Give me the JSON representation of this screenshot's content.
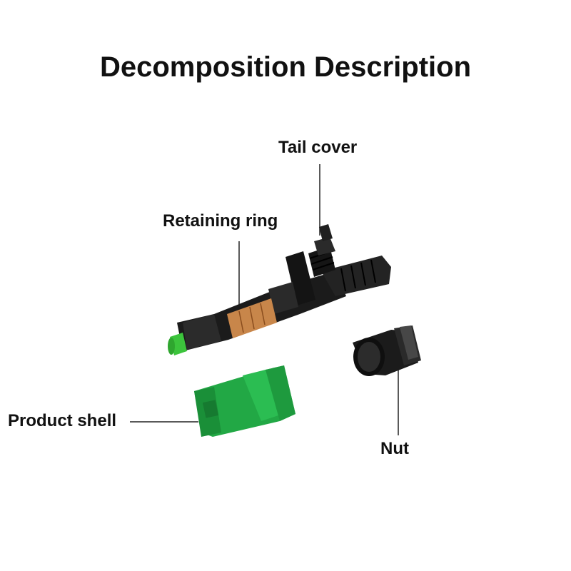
{
  "title": "Decomposition Description",
  "labels": {
    "tail_cover": "Tail cover",
    "retaining_ring": "Retaining ring",
    "product_shell": "Product shell",
    "nut": "Nut"
  },
  "colors": {
    "connector_body": "#1a1a1a",
    "shell_green": "#22a845",
    "ferrule_green": "#3cc43c",
    "inner_amber": "#c8864a",
    "leader_line": "#222222"
  }
}
